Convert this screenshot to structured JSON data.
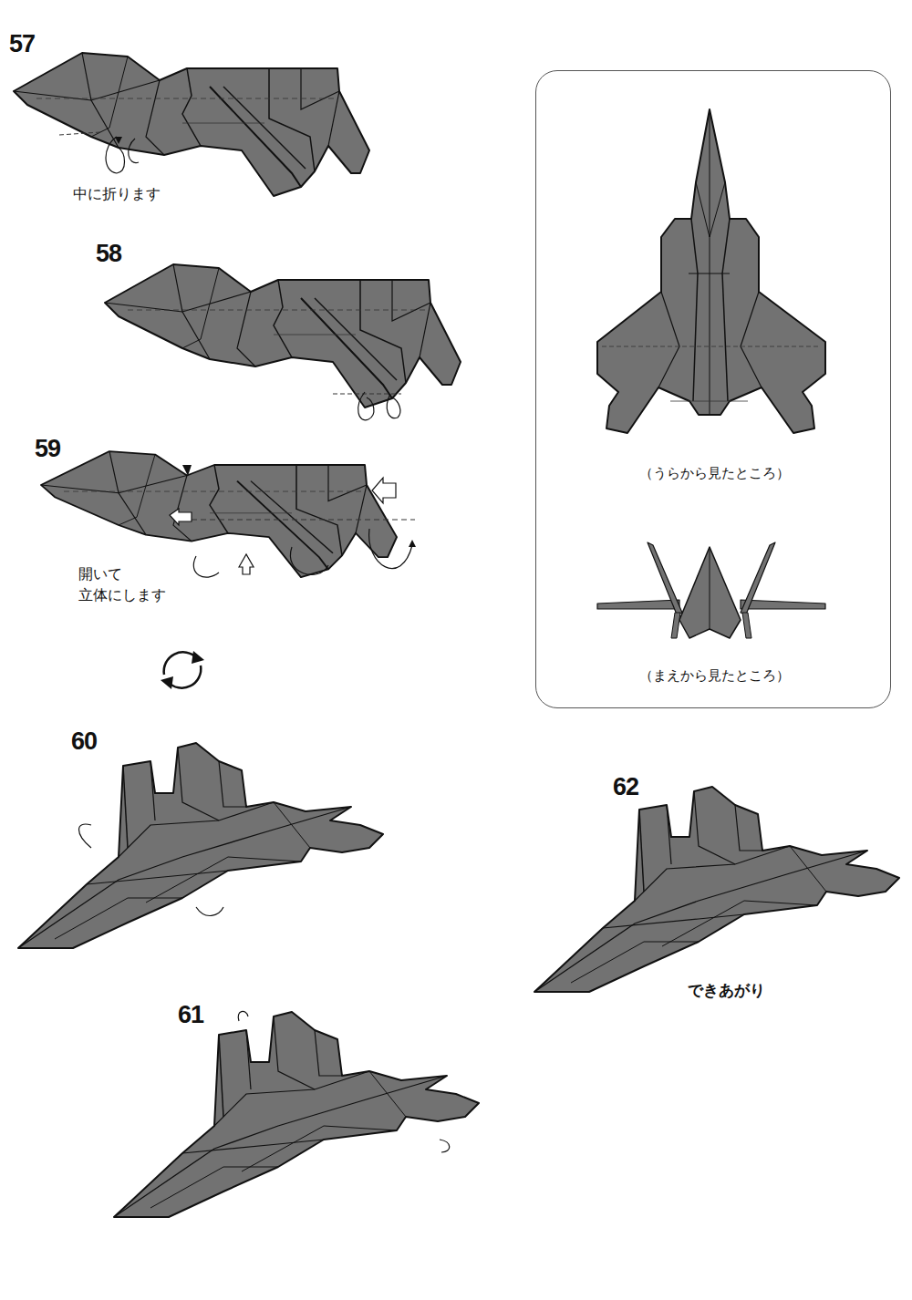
{
  "diagram": {
    "nodes": [
      {
        "text": [
          "（うらから見たところ）",
          "（まえから見たところ）"
        ]
      }
    ],
    "labels": [
      "57",
      "中に折ります",
      "58",
      "59",
      "開いて 立体にします",
      "60",
      "61",
      "62",
      "できあがり"
    ]
  }
}
